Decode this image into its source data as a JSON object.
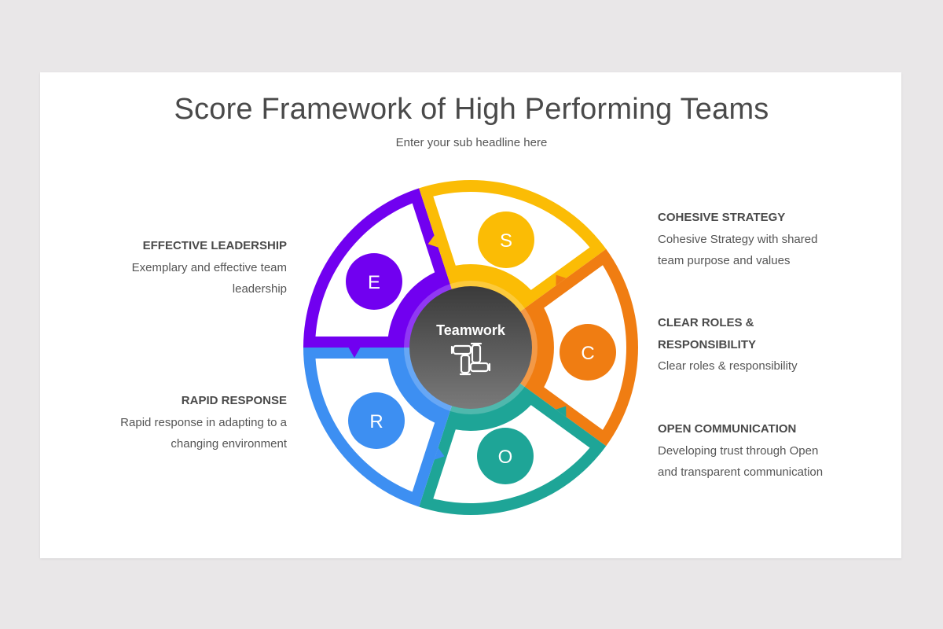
{
  "slide": {
    "title": "Score Framework of High Performing Teams",
    "subtitle": "Enter your sub headline here"
  },
  "hub": {
    "label": "Teamwork",
    "icon": "joined-hands-icon",
    "color": "#4a4a4a"
  },
  "segments": [
    {
      "letter": "S",
      "color": "#fbbc05",
      "heading": "COHESIVE STRATEGY",
      "text": "Cohesive Strategy with shared team purpose and values",
      "side": "right"
    },
    {
      "letter": "C",
      "color": "#f07d12",
      "heading": "CLEAR ROLES & RESPONSIBILITY",
      "text": "Clear roles & responsibility",
      "side": "right"
    },
    {
      "letter": "O",
      "color": "#1ea597",
      "heading": "OPEN COMMUNICATION",
      "text": "Developing trust through Open and transparent communication",
      "side": "right"
    },
    {
      "letter": "R",
      "color": "#3d8ff2",
      "heading": "RAPID RESPONSE",
      "text": "Rapid response in adapting to a changing environment",
      "side": "left"
    },
    {
      "letter": "E",
      "color": "#7100f0",
      "heading": "EFFECTIVE LEADERSHIP",
      "text": "Exemplary and effective team leadership",
      "side": "left"
    }
  ],
  "colors": {
    "background": "#e9e7e8",
    "slide": "#ffffff",
    "title_text": "#4a4a4a",
    "body_text": "#555555"
  }
}
